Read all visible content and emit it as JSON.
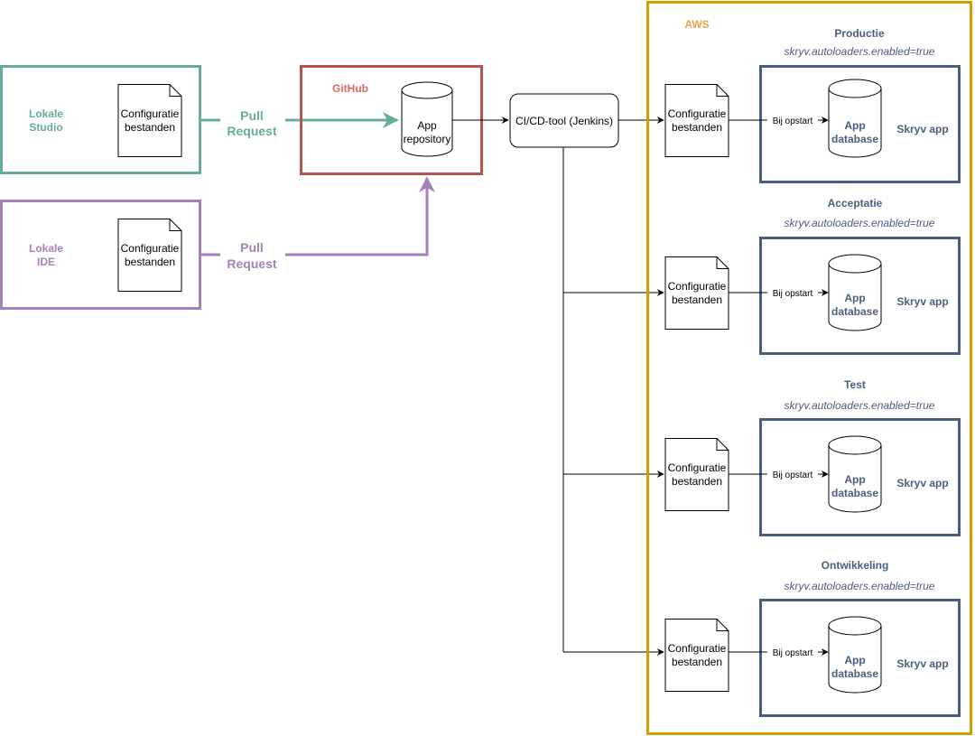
{
  "colors": {
    "teal": "#67ab9f",
    "purple": "#a680b8",
    "red": "#b85450",
    "gold": "#d79b00",
    "navy": "#4a5e80",
    "orange_text": "#f0a44a",
    "black": "#000000"
  },
  "local_studio": {
    "label_line1": "Lokale",
    "label_line2": "Studio",
    "doc_line1": "Configuratie",
    "doc_line2": "bestanden"
  },
  "local_ide": {
    "label_line1": "Lokale",
    "label_line2": "IDE",
    "doc_line1": "Configuratie",
    "doc_line2": "bestanden"
  },
  "pull_request_1": {
    "line1": "Pull",
    "line2": "Request"
  },
  "pull_request_2": {
    "line1": "Pull",
    "line2": "Request"
  },
  "github": {
    "title": "GitHub",
    "repo_line1": "App",
    "repo_line2": "repository"
  },
  "cicd": {
    "label": "CI/CD-tool (Jenkins)"
  },
  "aws": {
    "title": "AWS"
  },
  "environments": [
    {
      "name": "Productie",
      "setting": "skryv.autoloaders.enabled=true",
      "doc_line1": "Configuratie",
      "doc_line2": "bestanden",
      "edge_label": "Bij opstart",
      "db_line1": "App",
      "db_line2": "database",
      "app_label": "Skryv app"
    },
    {
      "name": "Acceptatie",
      "setting": "skryv.autoloaders.enabled=true",
      "doc_line1": "Configuratie",
      "doc_line2": "bestanden",
      "edge_label": "Bij opstart",
      "db_line1": "App",
      "db_line2": "database",
      "app_label": "Skryv app"
    },
    {
      "name": "Test",
      "setting": "skryv.autoloaders.enabled=true",
      "doc_line1": "Configuratie",
      "doc_line2": "bestanden",
      "edge_label": "Bij opstart",
      "db_line1": "App",
      "db_line2": "database",
      "app_label": "Skryv app"
    },
    {
      "name": "Ontwikkeling",
      "setting": "skryv.autoloaders.enabled=true",
      "doc_line1": "Configuratie",
      "doc_line2": "bestanden",
      "edge_label": "Bij opstart",
      "db_line1": "App",
      "db_line2": "database",
      "app_label": "Skryv app"
    }
  ]
}
